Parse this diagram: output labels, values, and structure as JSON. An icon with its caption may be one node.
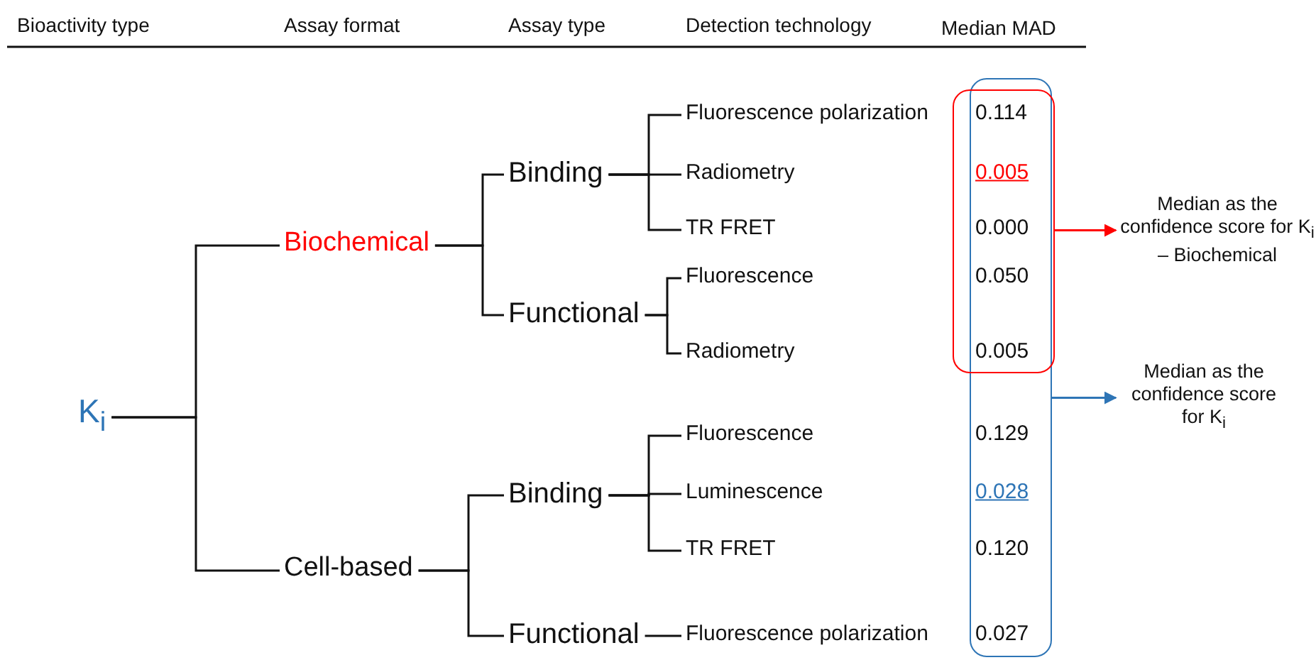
{
  "diagram": {
    "nodes": [
      {
        "text": [
          "K$_{i}$"
        ]
      },
      {
        "text": [
          "Biochemical"
        ]
      },
      {
        "text": [
          "Cell-based"
        ]
      },
      {
        "text": [
          "Binding"
        ]
      },
      {
        "text": [
          "Functional"
        ]
      },
      {
        "text": [
          "Binding"
        ]
      },
      {
        "text": [
          "Functional"
        ]
      },
      {
        "text": [
          "Fluorescence polarization"
        ]
      },
      {
        "text": [
          "Radiometry"
        ]
      },
      {
        "text": [
          "TR FRET"
        ]
      },
      {
        "text": [
          "Fluorescence"
        ]
      },
      {
        "text": [
          "Radiometry"
        ]
      },
      {
        "text": [
          "Fluorescence"
        ]
      },
      {
        "text": [
          "Luminescence"
        ]
      },
      {
        "text": [
          "TR FRET"
        ]
      },
      {
        "text": [
          "Fluorescence polarization"
        ]
      },
      {
        "text": [],
        "shape": "box"
      },
      {
        "text": [],
        "shape": "box"
      },
      {
        "text": [
          "Median as the confidence score for K$_{i}$ – Biochemical"
        ]
      },
      {
        "text": [
          "Median as the confidence score for K$_{i}$"
        ]
      }
    ],
    "edges": [
      {
        "from": 0,
        "to": 1,
        "arrow": "none"
      },
      {
        "from": 0,
        "to": 2,
        "arrow": "none"
      },
      {
        "from": 1,
        "to": 3,
        "arrow": "none"
      },
      {
        "from": 1,
        "to": 4,
        "arrow": "none"
      },
      {
        "from": 3,
        "to": 7,
        "arrow": "none"
      },
      {
        "from": 3,
        "to": 8,
        "arrow": "none"
      },
      {
        "from": 3,
        "to": 9,
        "arrow": "none"
      },
      {
        "from": 4,
        "to": 10,
        "arrow": "none"
      },
      {
        "from": 4,
        "to": 11,
        "arrow": "none"
      },
      {
        "from": 2,
        "to": 5,
        "arrow": "none"
      },
      {
        "from": 2,
        "to": 6,
        "arrow": "none"
      },
      {
        "from": 5,
        "to": 12,
        "arrow": "none"
      },
      {
        "from": 5,
        "to": 13,
        "arrow": "none"
      },
      {
        "from": 5,
        "to": 14,
        "arrow": "none"
      },
      {
        "from": 6,
        "to": 15,
        "arrow": "none"
      },
      {
        "from": 17,
        "to": 18,
        "arrow": "to",
        "color": "#ff0000"
      },
      {
        "from": 16,
        "to": 19,
        "arrow": "to",
        "color": "#2e75b6"
      }
    ],
    "labels": [
      "Bioactivity type",
      "Assay format",
      "Assay type",
      "Detection technology",
      "Median MAD",
      "0.114",
      "0.005",
      "0.000",
      "0.050",
      "0.005",
      "0.129",
      "0.028",
      "0.120",
      "0.027"
    ]
  }
}
